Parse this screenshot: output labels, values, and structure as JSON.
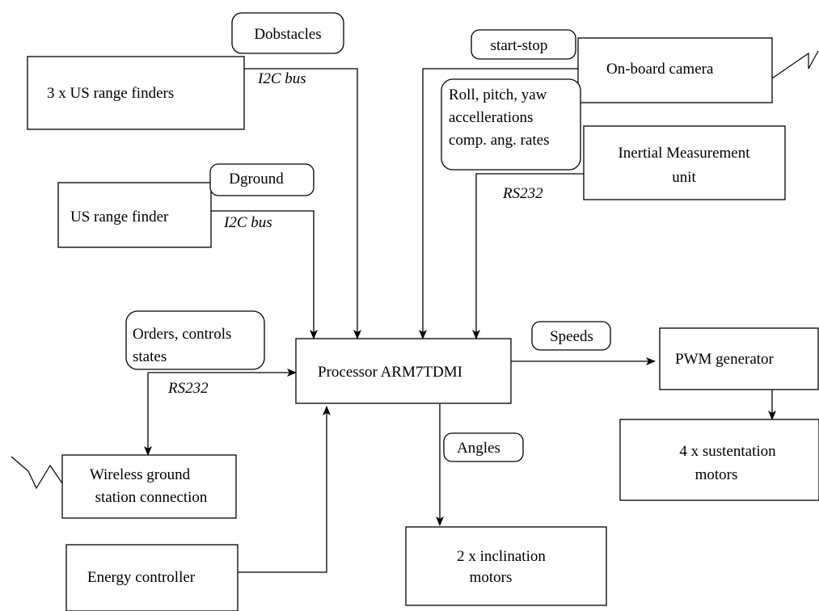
{
  "blocks": {
    "us3": "3 x US range finders",
    "us1": "US range finder",
    "camera": "On-board camera",
    "imu_l1": "Inertial Measurement",
    "imu_l2": "unit",
    "cpu": "Processor ARM7TDMI",
    "pwm": "PWM generator",
    "sust_l1": "4 x sustentation",
    "sust_l2": "motors",
    "wireless_l1": "Wireless ground",
    "wireless_l2": "station connection",
    "energy": "Energy controller",
    "incl_l1": "2 x inclination",
    "incl_l2": "motors"
  },
  "signals": {
    "dobstacles": "Dobstacles",
    "dground": "Dground",
    "start_stop": "start-stop",
    "imu_l1": "Roll, pitch, yaw",
    "imu_l2": "accellerations",
    "imu_l3": "comp. ang. rates",
    "orders_l1": "Orders, controls",
    "orders_l2": "states",
    "speeds": "Speeds",
    "angles": "Angles"
  },
  "buses": {
    "i2c_top": "I2C bus",
    "i2c_mid": "I2C bus",
    "rs232_imu": "RS232",
    "rs232_ground": "RS232"
  }
}
